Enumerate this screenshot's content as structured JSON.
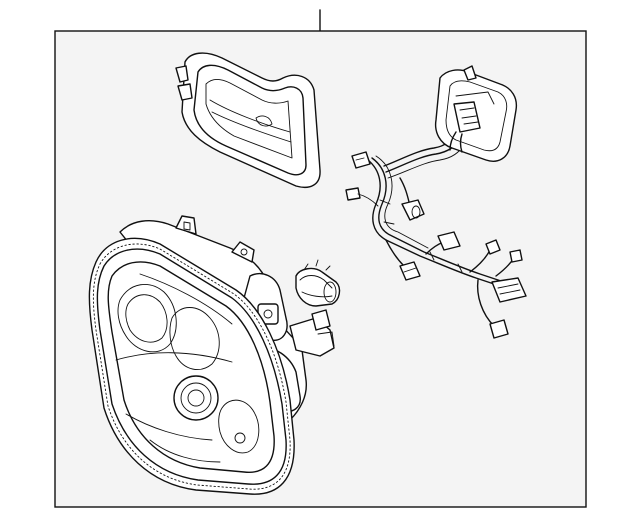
{
  "diagram": {
    "background": "#ffffff",
    "panel_fill": "#f4f4f4",
    "line_color": "#111111",
    "parts": [
      {
        "name": "headlamp-assembly"
      },
      {
        "name": "headlamp-bezel"
      },
      {
        "name": "bulb-socket"
      },
      {
        "name": "wiring-harness"
      },
      {
        "name": "harness-connector-housing"
      }
    ]
  }
}
